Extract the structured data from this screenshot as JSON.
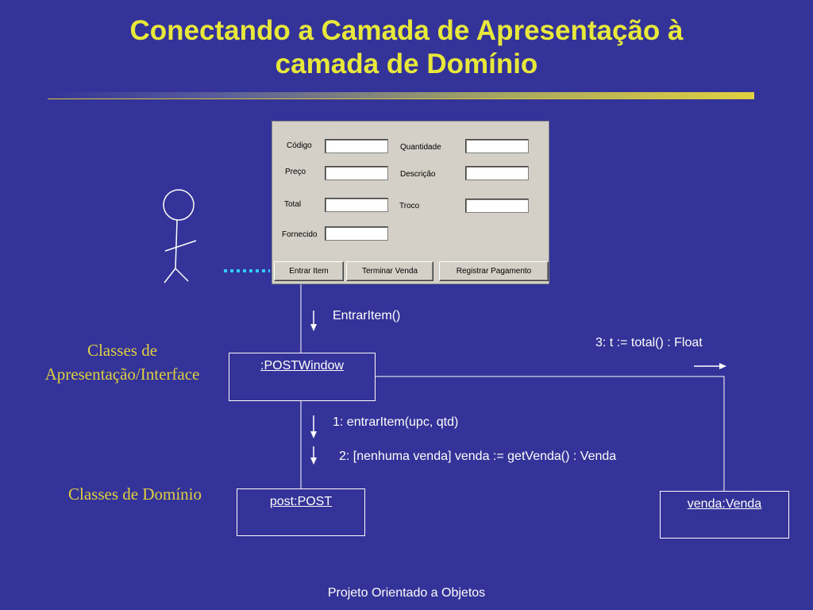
{
  "slide": {
    "title_line1": "Conectando a Camada de Apresentação à",
    "title_line2": "camada de Domínio",
    "footer": "Projeto Orientado a Objetos"
  },
  "form": {
    "labels": {
      "codigo": "Código",
      "quantidade": "Quantidade",
      "preco": "Preço",
      "descricao": "Descrição",
      "total": "Total",
      "troco": "Troco",
      "fornecido": "Fornecido"
    },
    "buttons": {
      "entrar_item": "Entrar Item",
      "terminar_venda": "Terminar Venda",
      "registrar_pagamento": "Registrar Pagamento"
    }
  },
  "diagram": {
    "objects": {
      "post_window": ":POSTWindow",
      "post": "post:POST",
      "venda": "venda:Venda"
    },
    "messages": {
      "entrar_item": "EntrarItem()",
      "msg1": "1: entrarItem(upc, qtd)",
      "msg2": "2: [nenhuma venda] venda := getVenda() : Venda",
      "msg3": "3: t := total() : Float"
    },
    "layers": {
      "presentation_line1": "Classes de",
      "presentation_line2": "Apresentação/Interface",
      "domain": "Classes de Domínio"
    }
  },
  "colors": {
    "background": "#333399",
    "title": "#e8e83a",
    "layer_label": "#e0d040",
    "dotted_arrow": "#33ccff",
    "lines": "#ffffff"
  }
}
